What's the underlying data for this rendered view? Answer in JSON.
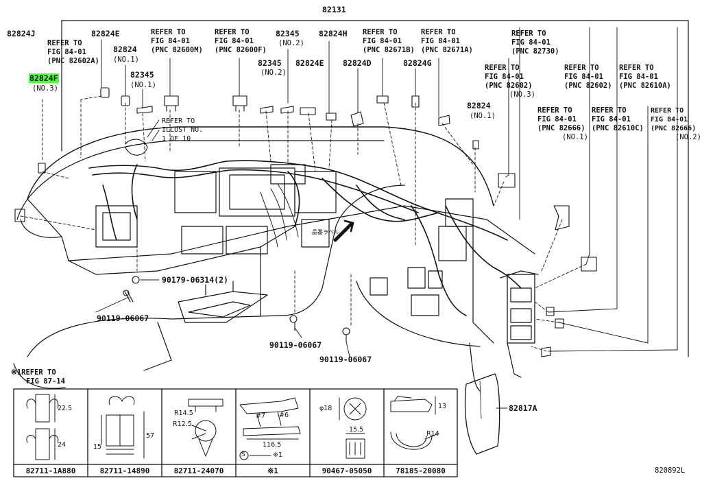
{
  "main_part": "82131",
  "callouts": {
    "c82824J": "82824J",
    "ref_602a": [
      "REFER TO",
      "FIG 84-01",
      "(PNC 82602A)"
    ],
    "c82824F": "82824F",
    "c82824F_no": "(NO.3)",
    "c82824E_a": "82824E",
    "c82824_a": "82824",
    "c82824_a_no": "(NO.1)",
    "c82345_a": "82345",
    "c82345_a_no": "(NO.1)",
    "ref_600m": [
      "REFER TO",
      "FIG 84-01",
      "(PNC 82600M)"
    ],
    "ref_600f": [
      "REFER TO",
      "FIG 84-01",
      "(PNC 82600F)"
    ],
    "c82345_b": "82345",
    "c82345_b_no": "(NO.2)",
    "c82345_c": "82345",
    "c82345_c_no": "(NO.2)",
    "c82824H": "82824H",
    "c82824E_b": "82824E",
    "c82824D": "82824D",
    "ref_671b": [
      "REFER TO",
      "FIG 84-01",
      "(PNC 82671B)"
    ],
    "ref_671a": [
      "REFER TO",
      "FIG 84-01",
      "(PNC 82671A)"
    ],
    "c82824G": "82824G",
    "ref_730": [
      "REFER TO",
      "FIG 84-01",
      "(PNC 82730)"
    ],
    "ref_602": [
      "REFER TO",
      "FIG 84-01",
      "(PNC 82602)"
    ],
    "ref_602_no": "(NO.3)",
    "ref_602b": [
      "REFER TO",
      "FIG 84-01",
      "(PNC 82602)"
    ],
    "ref_610a": [
      "REFER TO",
      "FIG 84-01",
      "(PNC 82610A)"
    ],
    "c82824_b": "82824",
    "c82824_b_no": "(NO.1)",
    "ref_666a": [
      "REFER TO",
      "FIG 84-01",
      "(PNC 82666)"
    ],
    "ref_666a_no": "(NO.1)",
    "ref_610c": [
      "REFER TO",
      "FIG 84-01",
      "(PNC 82610C)"
    ],
    "ref_666b": [
      "REFER TO",
      "FIG 84-01",
      "(PNC 82666)"
    ],
    "ref_666b_no": "(NO.2)",
    "illust_ref": [
      "REFER TO",
      "ILLUST NO.",
      "1 OF 10"
    ],
    "bolt_1": "90179-06314(2)",
    "bolt_2": "90119-06067",
    "bolt_3": "90119-06067",
    "bolt_4": "90119-06067",
    "c82817A": "82817A",
    "fig_ref": [
      "※1REFER TO",
      "FIG 87-14"
    ],
    "japanese_label": "品番ラベル",
    "fig_code": "820892L"
  },
  "table": {
    "cells": [
      {
        "part": "82711-1A880",
        "dims": [
          "22.5",
          "24"
        ]
      },
      {
        "part": "82711-14890",
        "dims": [
          "15",
          "57"
        ]
      },
      {
        "part": "82711-24070",
        "dims": [
          "R14.5",
          "R12.5"
        ]
      },
      {
        "part": "※1",
        "dims": [
          "#7",
          "#6",
          "116.5",
          "※1"
        ]
      },
      {
        "part": "90467-05050",
        "dims": [
          "φ18",
          "15.5"
        ]
      },
      {
        "part": "78185-20080",
        "dims": [
          "13",
          "R14"
        ]
      }
    ]
  }
}
